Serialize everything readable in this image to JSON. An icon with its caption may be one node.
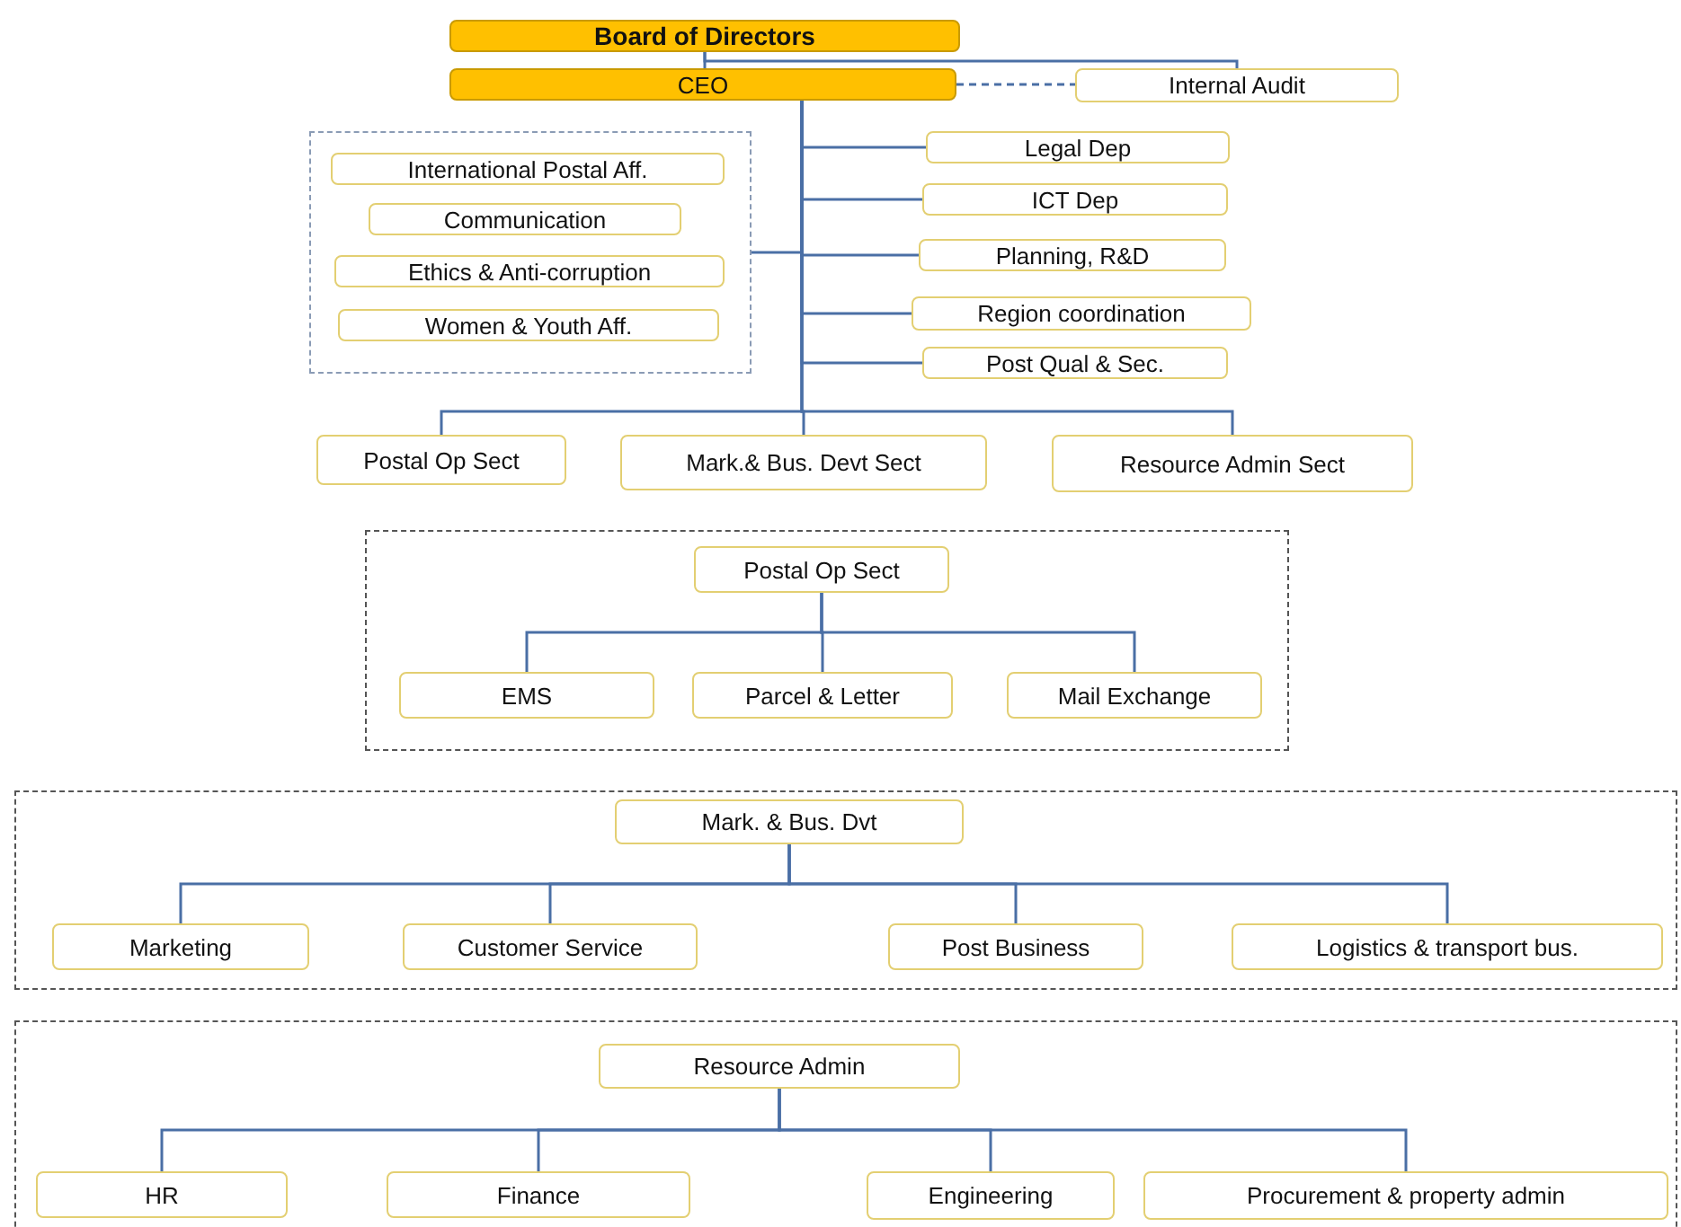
{
  "diagram": {
    "nodes": [
      {
        "text": [
          "Board of Directors"
        ]
      },
      {
        "text": [
          "CEO"
        ]
      },
      {
        "text": [
          "Internal Audit"
        ]
      },
      {
        "text": [],
        "shape": "box"
      },
      {
        "text": [
          "International Postal Aff."
        ],
        "in": 3
      },
      {
        "text": [
          "Communication"
        ],
        "in": 3
      },
      {
        "text": [
          "Ethics & Anti-corruption"
        ],
        "in": 3
      },
      {
        "text": [
          "Women & Youth Aff."
        ],
        "in": 3
      },
      {
        "text": [
          "Legal Dep"
        ]
      },
      {
        "text": [
          "ICT Dep"
        ]
      },
      {
        "text": [
          "Planning, R&D"
        ]
      },
      {
        "text": [
          "Region coordination"
        ]
      },
      {
        "text": [
          "Post Qual & Sec."
        ]
      },
      {
        "text": [
          "Postal Op Sect"
        ]
      },
      {
        "text": [
          "Mark.& Bus. Devt Sect"
        ]
      },
      {
        "text": [
          "Resource Admin Sect"
        ]
      },
      {
        "text": [],
        "shape": "box"
      },
      {
        "text": [
          "Postal Op Sect"
        ],
        "in": 16
      },
      {
        "text": [
          "EMS"
        ],
        "in": 16
      },
      {
        "text": [
          "Parcel & Letter"
        ],
        "in": 16
      },
      {
        "text": [
          "Mail Exchange"
        ],
        "in": 16
      },
      {
        "text": [],
        "shape": "box"
      },
      {
        "text": [
          "Mark. & Bus. Dvt"
        ],
        "in": 21
      },
      {
        "text": [
          "Marketing"
        ],
        "in": 21
      },
      {
        "text": [
          "Customer Service"
        ],
        "in": 21
      },
      {
        "text": [
          "Post Business"
        ],
        "in": 21
      },
      {
        "text": [
          "Logistics & transport bus."
        ],
        "in": 21
      },
      {
        "text": [],
        "shape": "box"
      },
      {
        "text": [
          "Resource Admin"
        ],
        "in": 27
      },
      {
        "text": [
          "HR"
        ],
        "in": 27
      },
      {
        "text": [
          "Finance"
        ],
        "in": 27
      },
      {
        "text": [
          "Engineering"
        ],
        "in": 27
      },
      {
        "text": [
          "Procurement & property admin"
        ],
        "in": 27
      }
    ],
    "edges": [
      {
        "from": 0,
        "to": 1,
        "arrow": "none"
      },
      {
        "from": 0,
        "to": 2,
        "arrow": "none"
      },
      {
        "from": 1,
        "to": 2,
        "arrow": "none",
        "style": "dashed"
      },
      {
        "from": 1,
        "to": 3,
        "arrow": "none"
      },
      {
        "from": 1,
        "to": 8,
        "arrow": "none"
      },
      {
        "from": 1,
        "to": 9,
        "arrow": "none"
      },
      {
        "from": 1,
        "to": 10,
        "arrow": "none"
      },
      {
        "from": 1,
        "to": 11,
        "arrow": "none"
      },
      {
        "from": 1,
        "to": 12,
        "arrow": "none"
      },
      {
        "from": 1,
        "to": 13,
        "arrow": "none"
      },
      {
        "from": 1,
        "to": 14,
        "arrow": "none"
      },
      {
        "from": 1,
        "to": 15,
        "arrow": "none"
      },
      {
        "from": 17,
        "to": 18,
        "arrow": "none"
      },
      {
        "from": 17,
        "to": 19,
        "arrow": "none"
      },
      {
        "from": 17,
        "to": 20,
        "arrow": "none"
      },
      {
        "from": 22,
        "to": 23,
        "arrow": "none"
      },
      {
        "from": 22,
        "to": 24,
        "arrow": "none"
      },
      {
        "from": 22,
        "to": 25,
        "arrow": "none"
      },
      {
        "from": 22,
        "to": 26,
        "arrow": "none"
      },
      {
        "from": 28,
        "to": 29,
        "arrow": "none"
      },
      {
        "from": 28,
        "to": 30,
        "arrow": "none"
      },
      {
        "from": 28,
        "to": 31,
        "arrow": "none"
      },
      {
        "from": 28,
        "to": 32,
        "arrow": "none"
      }
    ]
  }
}
